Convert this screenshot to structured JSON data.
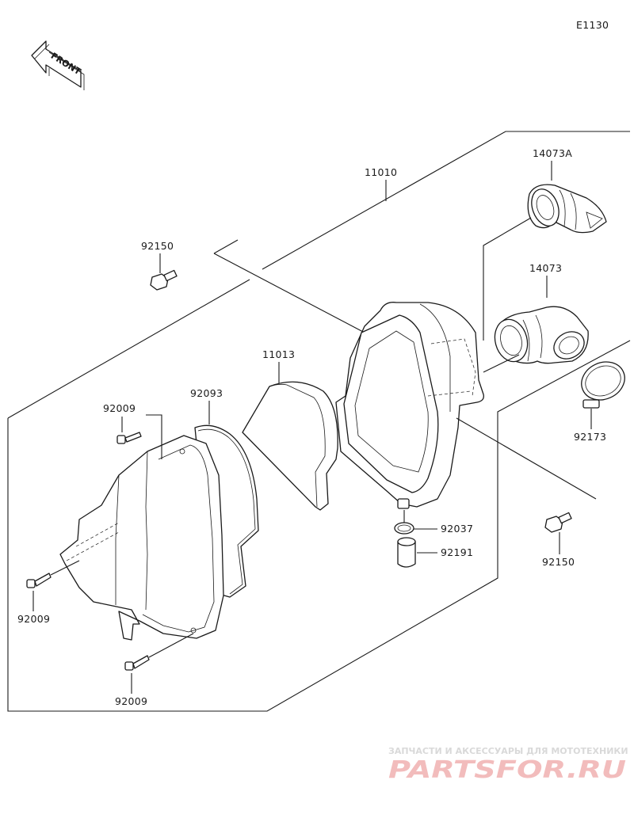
{
  "diagram": {
    "code": "E1130",
    "front_label": "FRONT",
    "watermark": {
      "subtitle": "ЗАПЧАСТИ И АКСЕССУАРЫ ДЛЯ МОТОТЕХНИКИ",
      "logo": "PARTSFOR.RU",
      "colors": {
        "subtitle": "#d9d9d9",
        "logo": "#f2bcbc"
      }
    },
    "labels": {
      "p11010": "11010",
      "p14073A": "14073A",
      "p14073": "14073",
      "p92150_top": "92150",
      "p11013": "11013",
      "p92093": "92093",
      "p92009_upper": "92009",
      "p92173": "92173",
      "p92037": "92037",
      "p92191": "92191",
      "p92150_right": "92150",
      "p92009_left": "92009",
      "p92009_bottom": "92009"
    }
  }
}
